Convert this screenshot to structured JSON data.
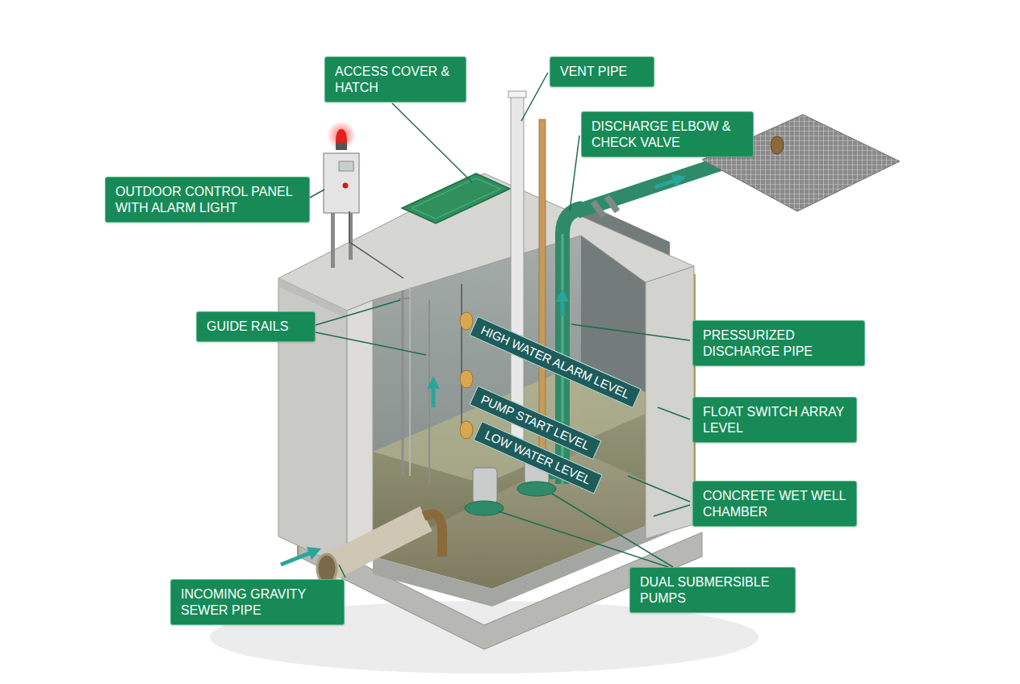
{
  "diagram": {
    "nodes": [
      {
        "text": [
          "ACCESS COVER & HATCH"
        ]
      },
      {
        "text": [
          "VENT PIPE"
        ]
      },
      {
        "text": [
          "DISCHARGE ELBOW & CHECK VALVE"
        ]
      },
      {
        "text": [
          "OUTDOOR CONTROL PANEL WITH ALARM LIGHT"
        ]
      },
      {
        "text": [
          "GUIDE RAILS"
        ]
      },
      {
        "text": [
          "HIGH WATER ALARM LEVEL"
        ]
      },
      {
        "text": [
          "PRESSURIZED DISCHARGE PIPE"
        ]
      },
      {
        "text": [
          "PUMP START LEVEL"
        ]
      },
      {
        "text": [
          "FLOAT SWITCH ARRAY LEVEL"
        ]
      },
      {
        "text": [
          "LOW WATER LEVEL"
        ]
      },
      {
        "text": [
          "CONCRETE WET WELL CHAMBER"
        ]
      },
      {
        "text": [
          "DUAL SUBMERSIBLE PUMPS"
        ]
      },
      {
        "text": [
          "INCOMING GRAVITY SEWER PIPE"
        ]
      }
    ]
  }
}
